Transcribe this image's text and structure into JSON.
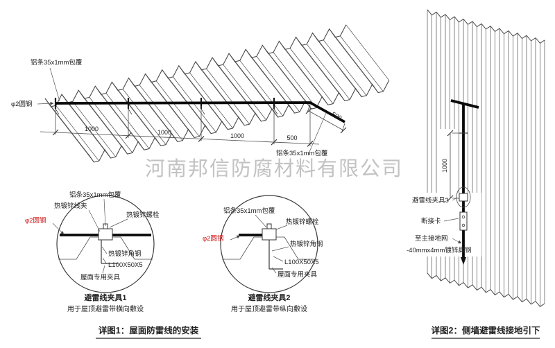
{
  "watermark": "河南邦信防腐材料有限公司",
  "detail1": {
    "caption": "详图1：屋面防雷线的安装",
    "roof": {
      "al_strip": "铝条35x1mm包覆",
      "round_steel": "φ2圆钢",
      "dims": [
        "1000",
        "1000",
        "1000",
        "500"
      ],
      "dim_side": "500"
    },
    "clamp1": {
      "title": "避雷线夹具1",
      "subtitle": "用于屋顶避雷带横向敷设",
      "al_strip": "铝条35x1mm包覆",
      "wire_clip": "热镀锌线夹",
      "bolt": "热镀锌螺栓",
      "round_steel": "φ2圆钢",
      "angle_steel": "热镀锌角钢",
      "angle_size": "L100X50X5",
      "fixture": "屋面专用夹具"
    },
    "clamp2": {
      "title": "避雷线夹具2",
      "subtitle": "用于屋顶避雷带纵向敷设",
      "al_strip": "铝条35x1mm包覆",
      "bolt": "热镀锌螺栓",
      "round_steel": "φ2圆钢",
      "angle_steel": "热镀锌角钢",
      "angle_size": "L100X50X5",
      "fixture": "屋面专用夹具"
    }
  },
  "detail2": {
    "caption": "详图2：侧墙避雷线接地引下",
    "dim": "1000",
    "clamp3": "避雷线夹具3",
    "disconnect": "断接卡",
    "to_ground": "至主接地网",
    "flat_steel": "-40mmx4mm镀锌扁钢"
  },
  "colors": {
    "line": "#4a4a4a",
    "wire": "#0a0a0a",
    "red": "#cc1111",
    "watermark": "#b3b3b3"
  }
}
